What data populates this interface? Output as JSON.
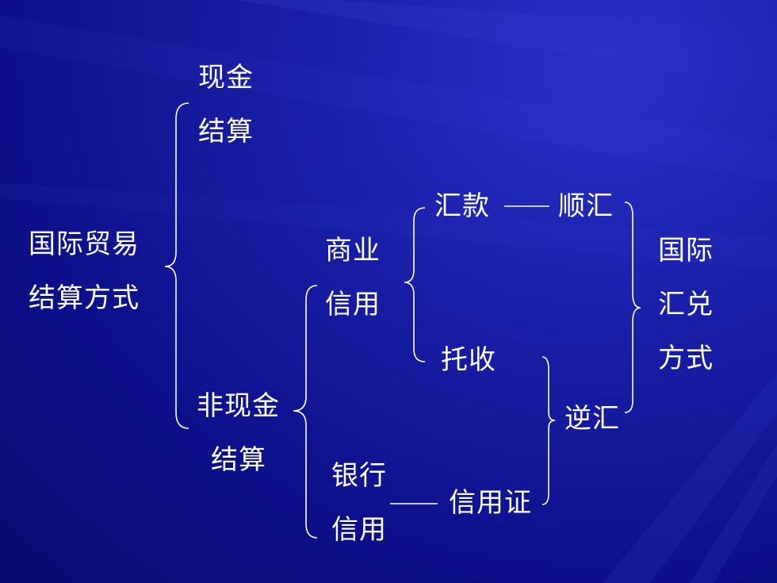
{
  "slide": {
    "background_color": "#10139a",
    "text_color": "#ffffff"
  },
  "nodes": {
    "root": [
      "国际贸易",
      "结算方式"
    ],
    "cash": [
      "现金",
      "结算"
    ],
    "noncash": [
      "非现金",
      "结算"
    ],
    "commercial_credit": [
      "商业",
      "信用"
    ],
    "bank_credit": [
      "银行",
      "信用"
    ],
    "remittance": "汇款",
    "collection": "托收",
    "letter_of_credit": "信用证",
    "forward_remittance": "顺汇",
    "reverse_remittance": "逆汇",
    "intl_exchange": [
      "国际",
      "汇兑",
      "方式"
    ]
  }
}
